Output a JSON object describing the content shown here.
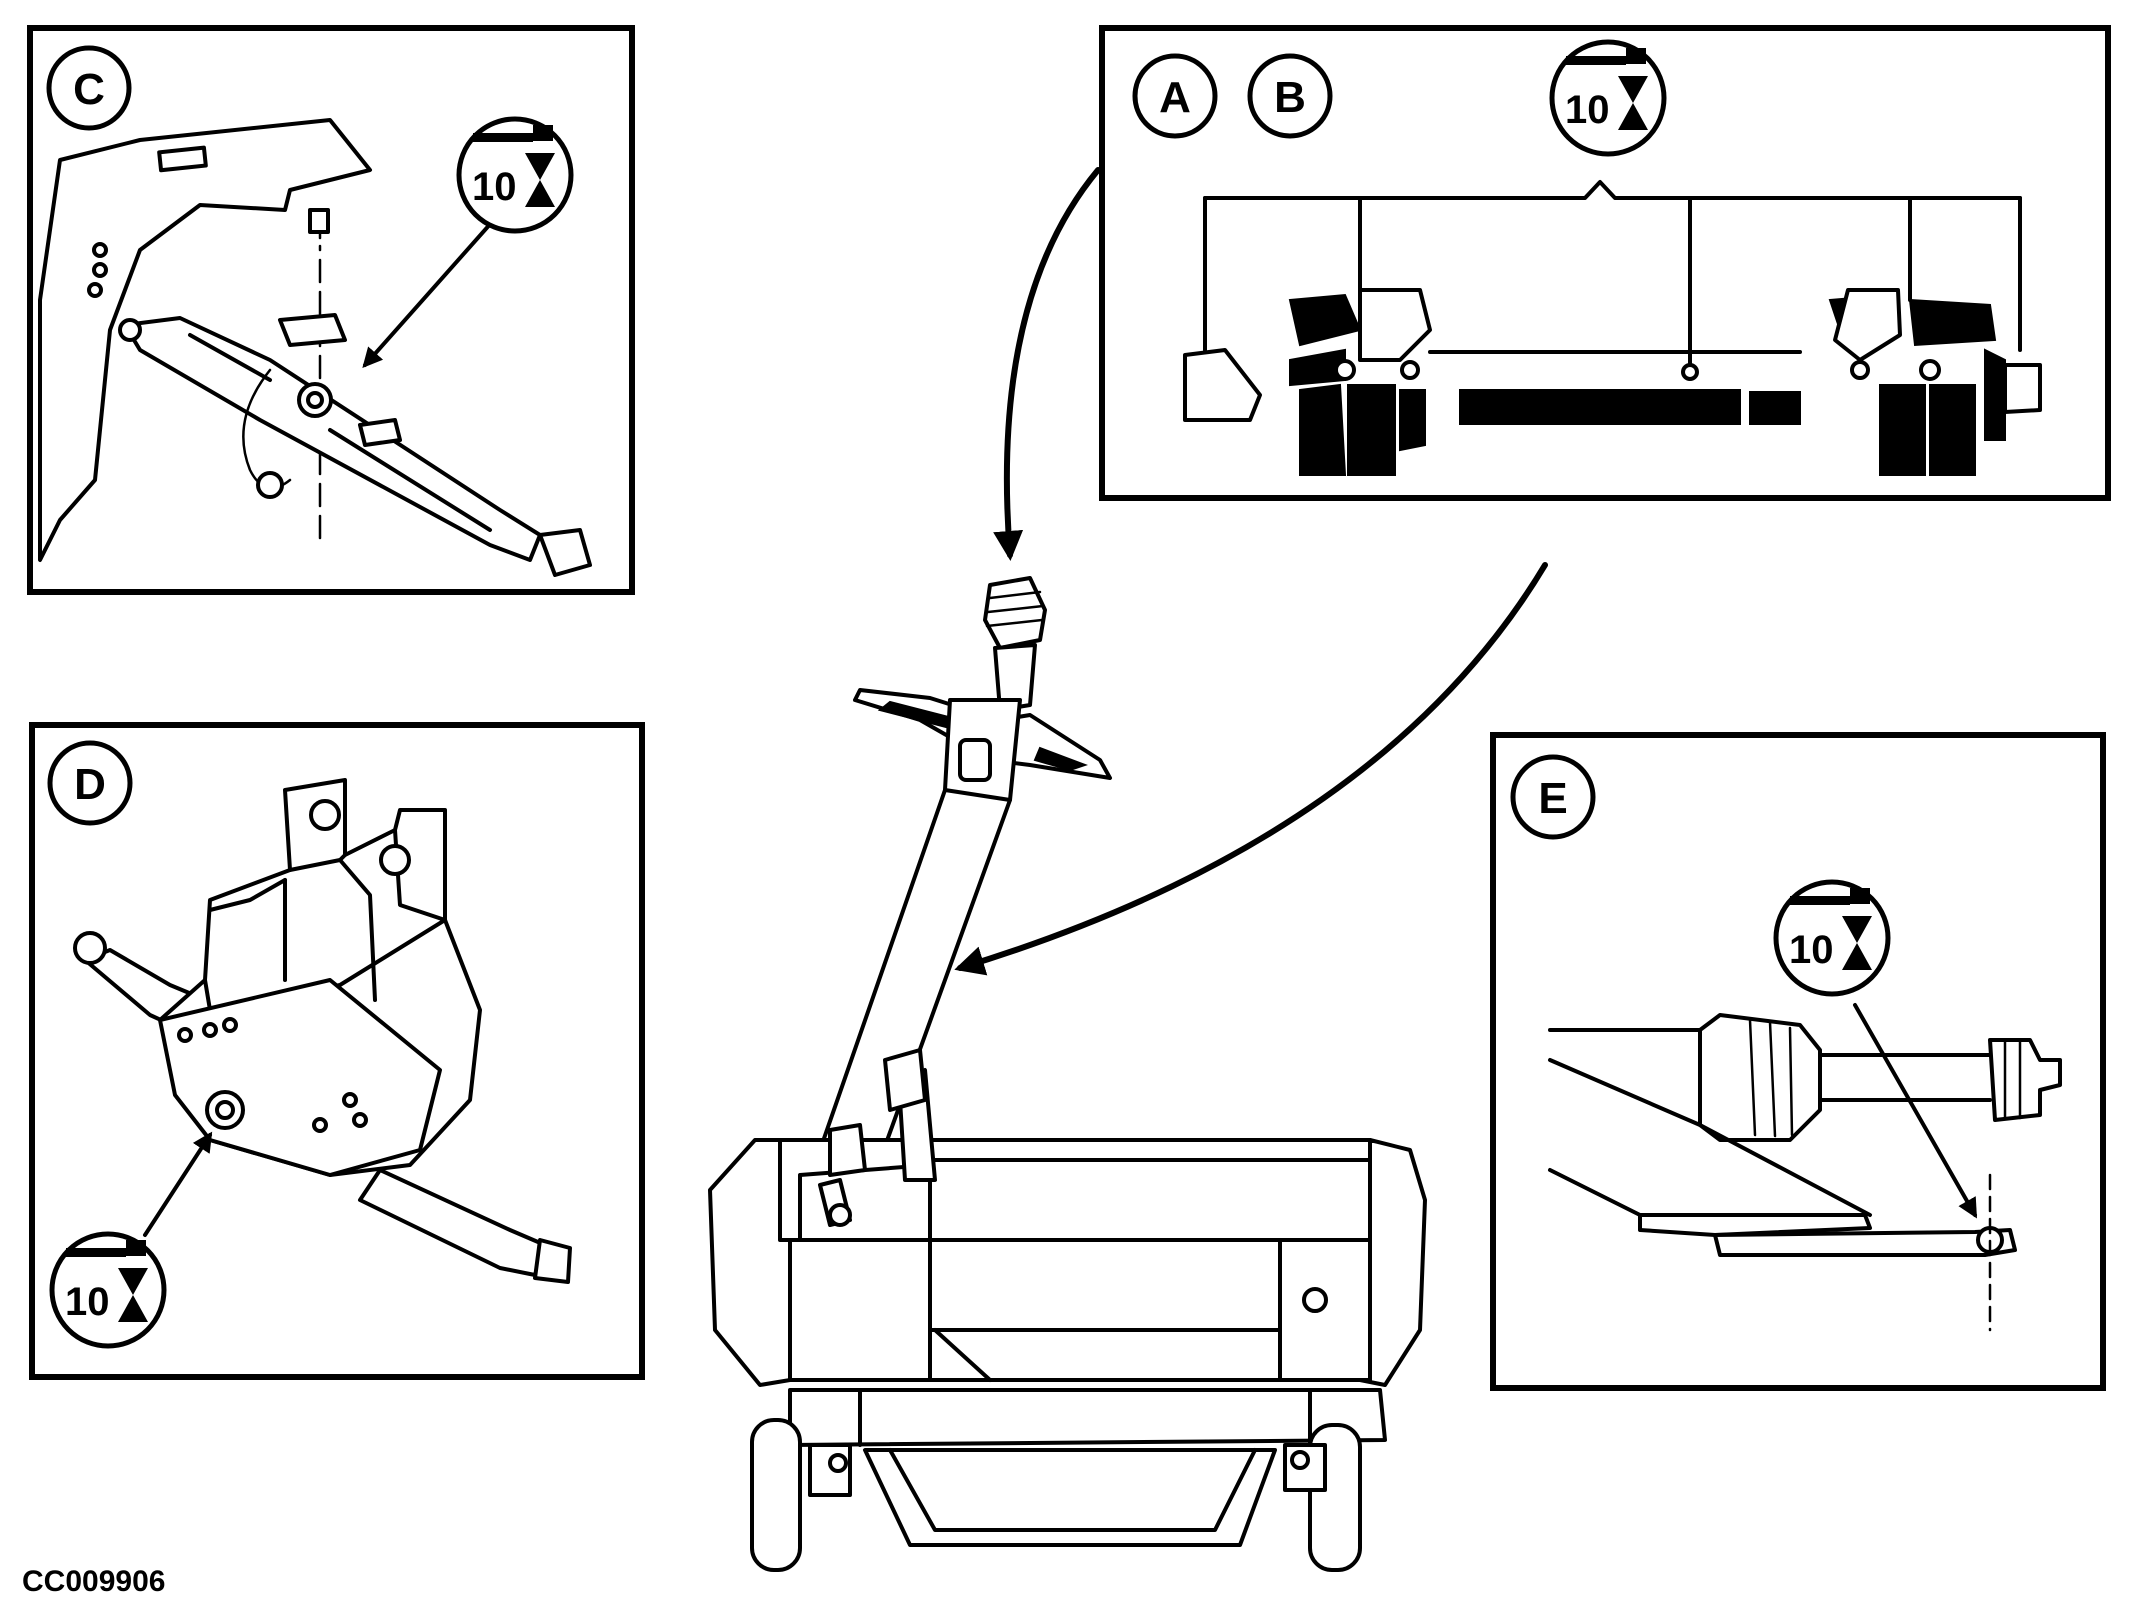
{
  "callouts": {
    "a": "A",
    "b": "B",
    "c": "C",
    "d": "D",
    "e": "E"
  },
  "lubrication_interval": "10",
  "lubrication_icon": "grease-gun-hourglass-icon",
  "figure_code": "CC009906"
}
